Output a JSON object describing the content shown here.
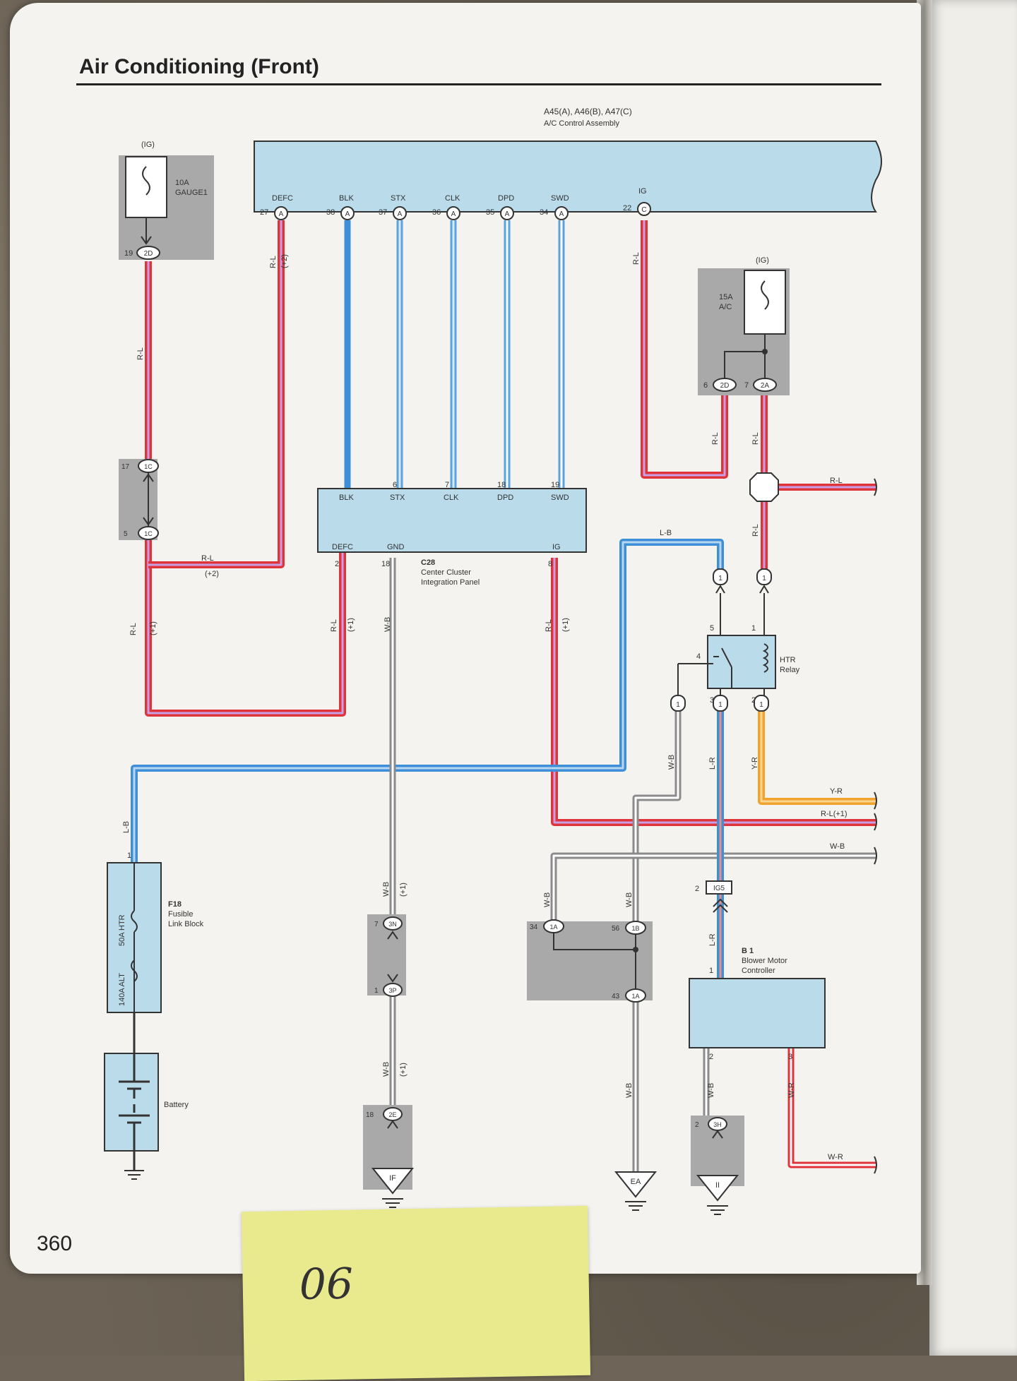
{
  "page": {
    "title": "Air Conditioning (Front)",
    "page_number": "360",
    "sticky_note": "06"
  },
  "control_assembly": {
    "codes": "A45(A), A46(B), A47(C)",
    "name": "A/C Control Assembly",
    "terminals": [
      {
        "label": "DEFC",
        "pin": "27",
        "conn": "A"
      },
      {
        "label": "BLK",
        "pin": "38",
        "conn": "A"
      },
      {
        "label": "STX",
        "pin": "37",
        "conn": "A"
      },
      {
        "label": "CLK",
        "pin": "36",
        "conn": "A"
      },
      {
        "label": "DPD",
        "pin": "35",
        "conn": "A"
      },
      {
        "label": "SWD",
        "pin": "34",
        "conn": "A"
      },
      {
        "label": "IG",
        "pin": "22",
        "conn": "C"
      }
    ]
  },
  "fuse_gauge": {
    "supply": "(IG)",
    "rating": "10A",
    "name": "GAUGE1",
    "pin": "19",
    "conn": "2D"
  },
  "fuse_ac": {
    "supply": "(IG)",
    "rating": "15A",
    "name": "A/C",
    "left_pin": "6",
    "left_conn": "2D",
    "right_pin": "7",
    "right_conn": "2A"
  },
  "junction_left": {
    "top_pin": "17",
    "top_conn": "1C",
    "bottom_pin": "5",
    "bottom_conn": "1C"
  },
  "center_cluster": {
    "code": "C28",
    "name_line1": "Center Cluster",
    "name_line2": "Integration Panel",
    "top_terminals": [
      "BLK",
      "STX",
      "CLK",
      "DPD",
      "SWD"
    ],
    "bottom_terminals": [
      {
        "label": "DEFC",
        "pin": "2"
      },
      {
        "label": "GND",
        "pin": "18"
      },
      {
        "label": "IG",
        "pin": "8"
      }
    ],
    "top_pins": [
      "",
      "6",
      "7",
      "18",
      "19"
    ]
  },
  "htr_relay": {
    "name_line1": "HTR",
    "name_line2": "Relay",
    "pins": [
      "5",
      "1",
      "4",
      "3",
      "2"
    ],
    "conn": "1"
  },
  "blower": {
    "code": "B 1",
    "name_line1": "Blower Motor",
    "name_line2": "Controller",
    "conn_pin": "2",
    "conn": "IG5",
    "pins": [
      "1",
      "2",
      "3"
    ]
  },
  "fusible_link": {
    "code": "F18",
    "name_line1": "Fusible",
    "name_line2": "Link Block",
    "fuse1": "50A HTR",
    "fuse2": "140A ALT",
    "pin": "1"
  },
  "battery": {
    "name": "Battery"
  },
  "ground_junctions": {
    "j3n": {
      "pin": "7",
      "conn": "3N"
    },
    "j3p": {
      "pin": "1",
      "conn": "3P"
    },
    "j2e": {
      "pin": "18",
      "conn": "2E"
    },
    "j1a_top": {
      "pin": "34",
      "conn": "1A"
    },
    "j1b": {
      "pin": "56",
      "conn": "1B"
    },
    "j1a_bottom": {
      "pin": "43",
      "conn": "1A"
    },
    "j3h": {
      "pin": "2",
      "conn": "3H"
    }
  },
  "grounds": [
    "IF",
    "EA",
    "II"
  ],
  "wire_colors": {
    "R-L": "R-L",
    "L-B": "L-B",
    "W-B": "W-B",
    "L-R": "L-R",
    "Y-R": "Y-R",
    "W-R": "W-R",
    "R-L(+1)": "R-L(+1)",
    "note1": "(+1)",
    "note2": "(+2)"
  },
  "colors": {
    "component_fill": "#b9dbea",
    "junction_fill": "#a9a9a9",
    "red": "#e0343b",
    "blue": "#3d8fd8",
    "orange": "#f2a32d",
    "gray": "#8b8b8b"
  }
}
